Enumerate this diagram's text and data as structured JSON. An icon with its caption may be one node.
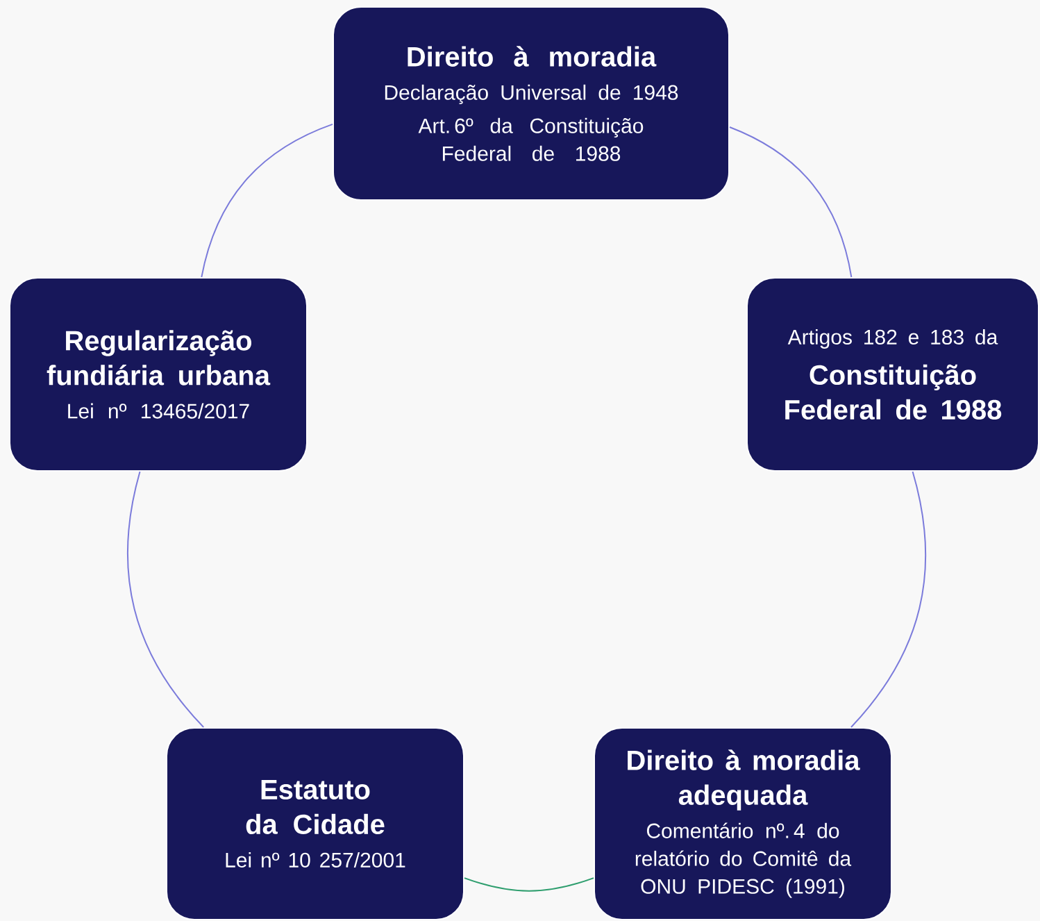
{
  "diagram": {
    "nodes": [
      {
        "text": [
          "Direito à moradia",
          "Declaração Universal de 1948",
          "Art. 6º da Constituição Federal de 1988"
        ]
      },
      {
        "text": [
          "Artigos 182 e 183 da",
          "Constituição Federal de 1988"
        ]
      },
      {
        "text": [
          "Direito à moradia adequada",
          "Comentário nº. 4 do relatório do Comitê da ONU PIDESC (1991)"
        ]
      },
      {
        "text": [
          "Estatuto da Cidade",
          "Lei nº 10 257/2001"
        ]
      },
      {
        "text": [
          "Regularização fundiária urbana",
          "Lei nº 13465/2017"
        ]
      }
    ],
    "edges": [
      {
        "from": 0,
        "to": 1,
        "arrow": "none"
      },
      {
        "from": 1,
        "to": 2,
        "arrow": "none"
      },
      {
        "from": 2,
        "to": 3,
        "arrow": "none",
        "color": "#2e9e6e"
      },
      {
        "from": 3,
        "to": 4,
        "arrow": "none"
      },
      {
        "from": 4,
        "to": 0,
        "arrow": "none"
      }
    ]
  }
}
